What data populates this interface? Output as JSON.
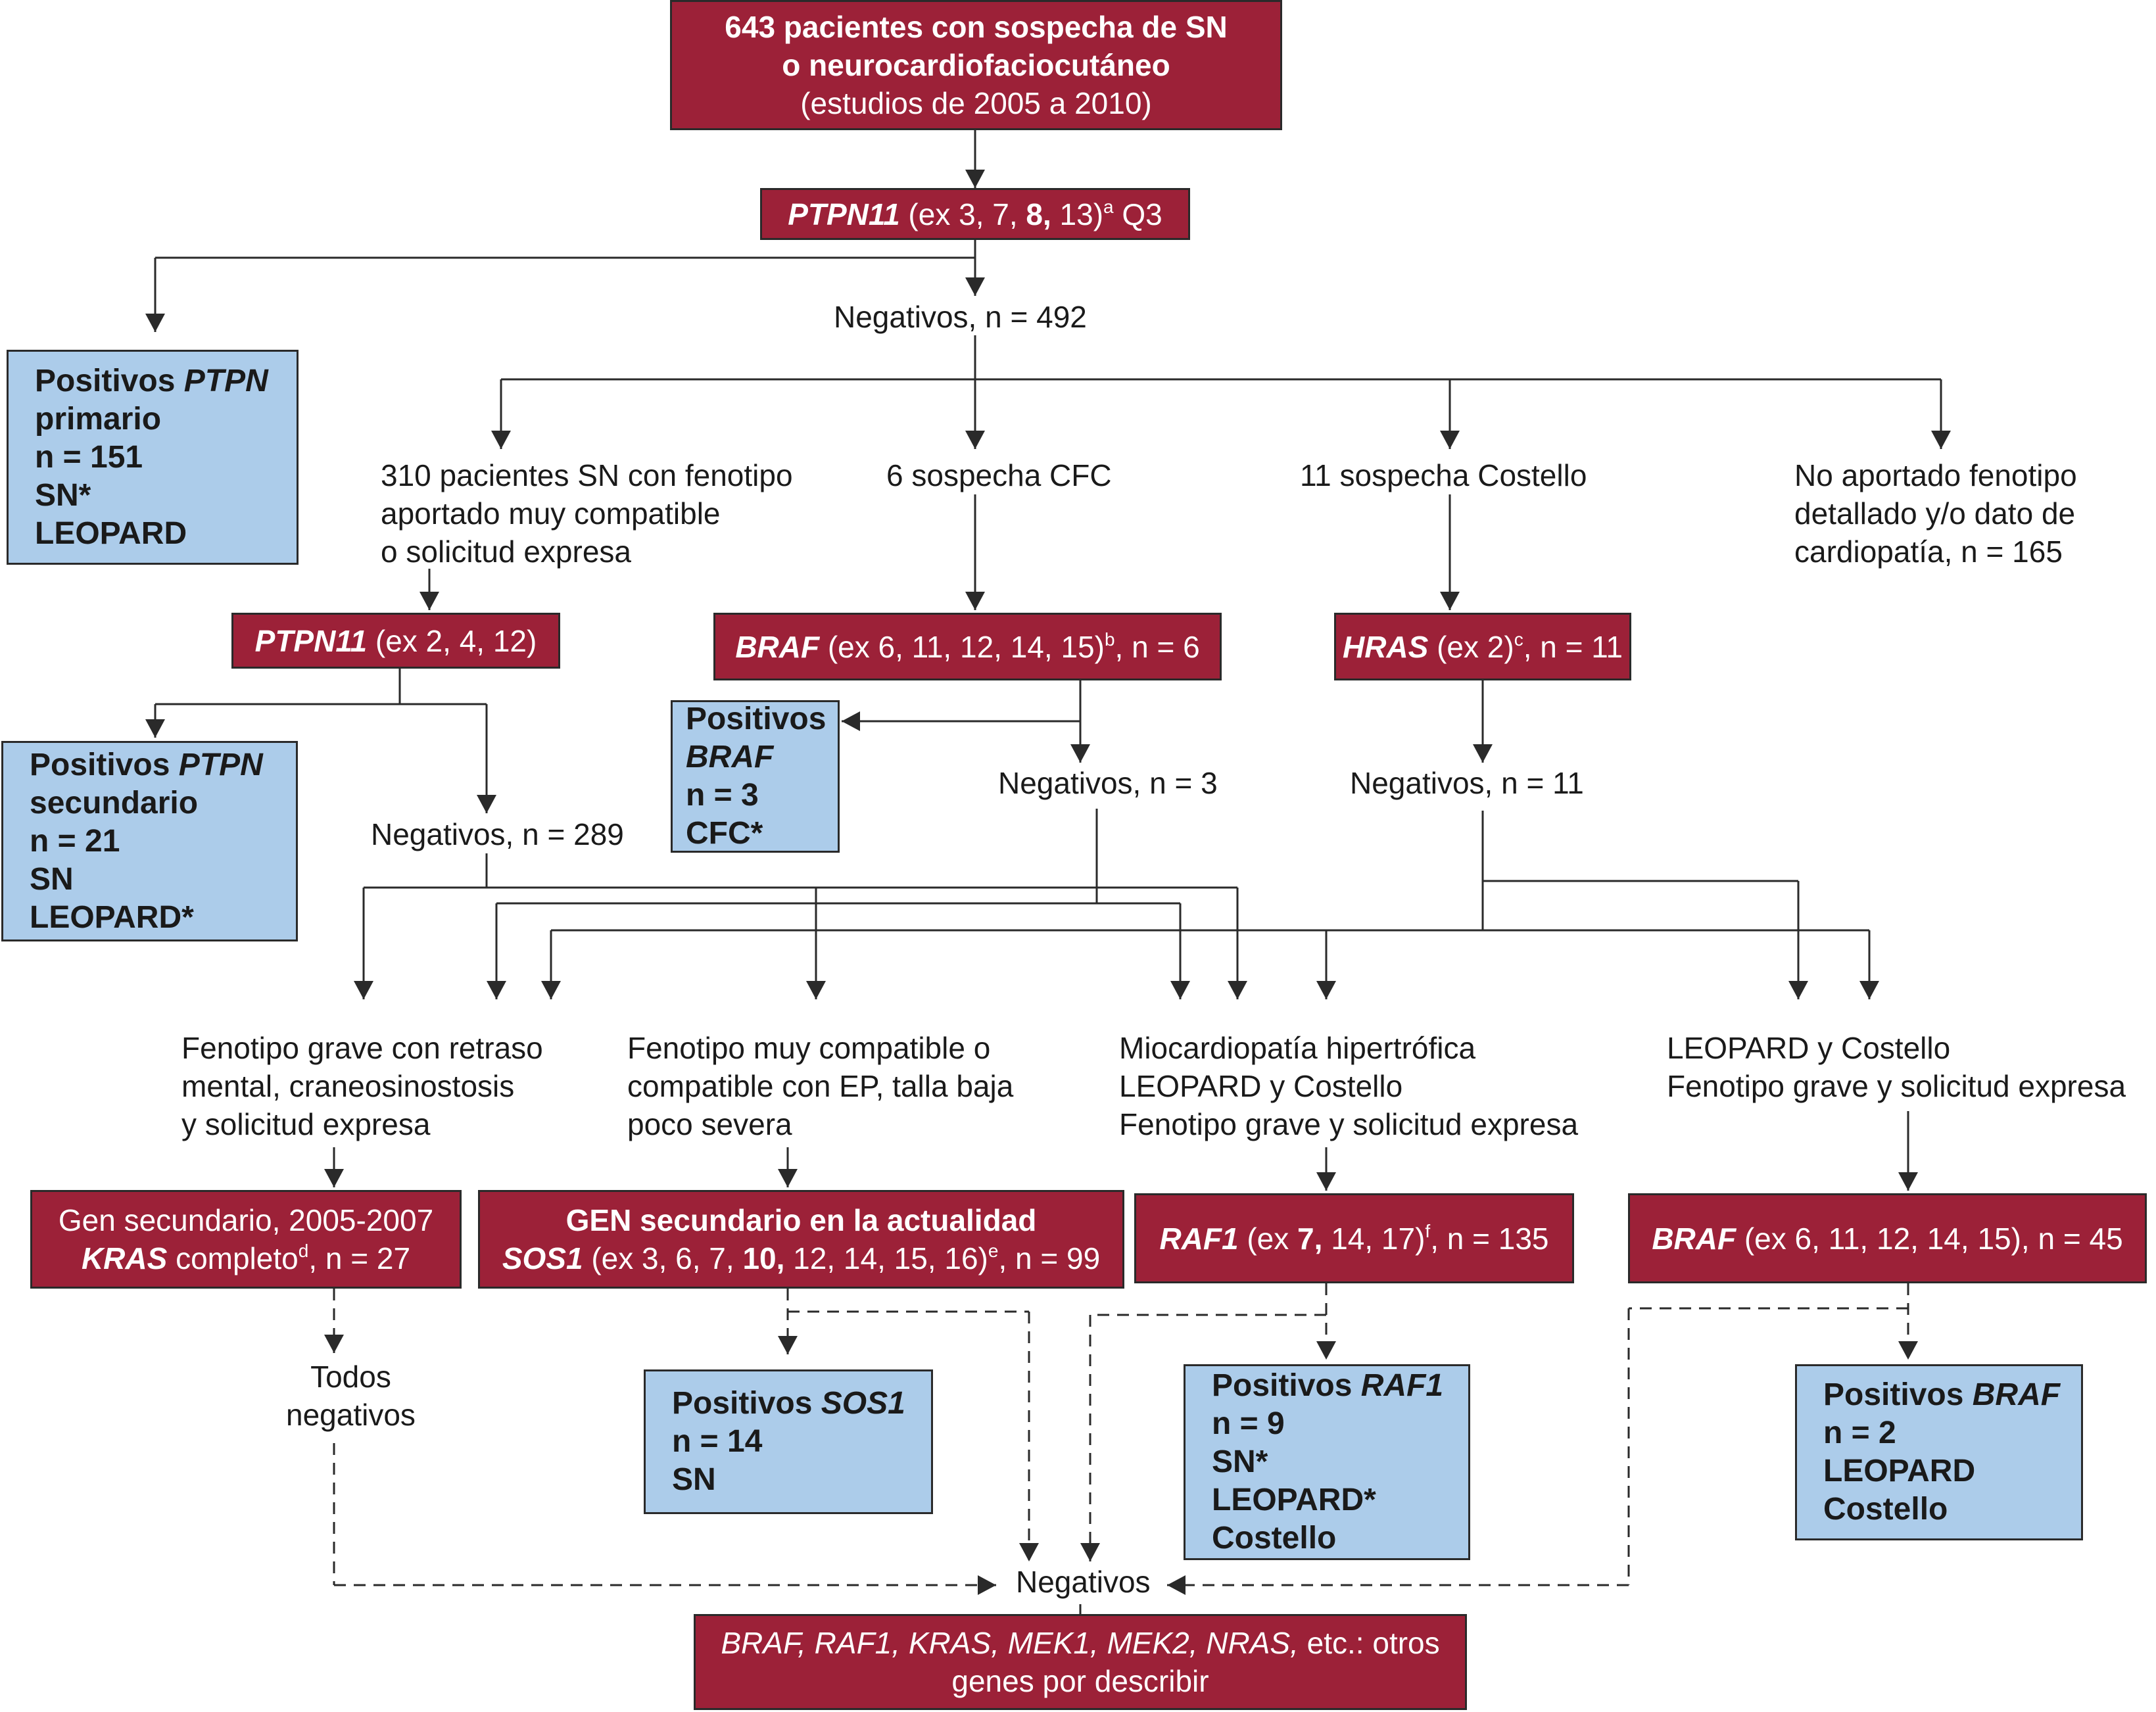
{
  "nodes": {
    "top": {
      "lines": [
        [
          {
            "t": "643 pacientes con sospecha de SN",
            "b": true
          }
        ],
        [
          {
            "t": "o neurocardiofaciocutáneo",
            "b": true
          }
        ],
        [
          {
            "t": "(estudios de 2005 a 2010)"
          }
        ]
      ]
    },
    "ptpn11_1": {
      "lines": [
        [
          {
            "t": "PTPN11",
            "b": true,
            "i": true
          },
          {
            "t": " (ex 3, 7, "
          },
          {
            "t": "8,",
            "b": true
          },
          {
            "t": " 13)"
          },
          {
            "t": "a",
            "sup": true
          },
          {
            "t": " Q3"
          }
        ]
      ]
    },
    "neg492": {
      "lines": [
        [
          {
            "t": "Negativos, n = 492"
          }
        ]
      ]
    },
    "pos_primary": {
      "lines": [
        [
          {
            "t": "Positivos "
          },
          {
            "t": "PTPN",
            "i": true
          }
        ],
        [
          {
            "t": "primario"
          }
        ],
        [
          {
            "t": "n = 151"
          }
        ],
        [
          {
            "t": "SN*"
          }
        ],
        [
          {
            "t": "LEOPARD"
          }
        ]
      ]
    },
    "sn310": {
      "lines": [
        [
          {
            "t": "310 pacientes SN con fenotipo"
          }
        ],
        [
          {
            "t": "aportado muy compatible"
          }
        ],
        [
          {
            "t": "o solicitud expresa"
          }
        ]
      ]
    },
    "cfc6": {
      "lines": [
        [
          {
            "t": "6 sospecha CFC"
          }
        ]
      ]
    },
    "costello11": {
      "lines": [
        [
          {
            "t": "11 sospecha Costello"
          }
        ]
      ]
    },
    "no_pheno": {
      "lines": [
        [
          {
            "t": "No aportado fenotipo"
          }
        ],
        [
          {
            "t": "detallado y/o dato de"
          }
        ],
        [
          {
            "t": "cardiopatía, n = 165"
          }
        ]
      ]
    },
    "ptpn11_2": {
      "lines": [
        [
          {
            "t": "PTPN11",
            "b": true,
            "i": true
          },
          {
            "t": " (ex 2, 4, 12)"
          }
        ]
      ]
    },
    "braf1": {
      "lines": [
        [
          {
            "t": "BRAF",
            "b": true,
            "i": true
          },
          {
            "t": " (ex 6, 11, 12, 14, 15)"
          },
          {
            "t": "b",
            "sup": true
          },
          {
            "t": ", n = 6"
          }
        ]
      ]
    },
    "hras": {
      "lines": [
        [
          {
            "t": "HRAS",
            "b": true,
            "i": true
          },
          {
            "t": " (ex 2)"
          },
          {
            "t": "c",
            "sup": true
          },
          {
            "t": ", n = 11"
          }
        ]
      ]
    },
    "pos_secondary": {
      "lines": [
        [
          {
            "t": "Positivos "
          },
          {
            "t": "PTPN",
            "i": true
          }
        ],
        [
          {
            "t": "secundario"
          }
        ],
        [
          {
            "t": "n = 21"
          }
        ],
        [
          {
            "t": "SN"
          }
        ],
        [
          {
            "t": "LEOPARD*"
          }
        ]
      ]
    },
    "pos_braf1": {
      "lines": [
        [
          {
            "t": "Positivos"
          }
        ],
        [
          {
            "t": "BRAF",
            "i": true
          }
        ],
        [
          {
            "t": "n = 3"
          }
        ],
        [
          {
            "t": "CFC*"
          }
        ]
      ]
    },
    "neg3": {
      "lines": [
        [
          {
            "t": "Negativos, n = 3"
          }
        ]
      ]
    },
    "neg11": {
      "lines": [
        [
          {
            "t": "Negativos, n = 11"
          }
        ]
      ]
    },
    "neg289": {
      "lines": [
        [
          {
            "t": "Negativos, n = 289"
          }
        ]
      ]
    },
    "grave": {
      "lines": [
        [
          {
            "t": "Fenotipo grave con retraso"
          }
        ],
        [
          {
            "t": "mental, craneosinostosis"
          }
        ],
        [
          {
            "t": "y solicitud expresa"
          }
        ]
      ]
    },
    "ep": {
      "lines": [
        [
          {
            "t": "Fenotipo muy compatible o"
          }
        ],
        [
          {
            "t": "compatible con EP, talla baja"
          }
        ],
        [
          {
            "t": "poco severa"
          }
        ]
      ]
    },
    "mioc": {
      "lines": [
        [
          {
            "t": "Miocardiopatía hipertrófica"
          }
        ],
        [
          {
            "t": "LEOPARD y Costello"
          }
        ],
        [
          {
            "t": "Fenotipo grave y solicitud expresa"
          }
        ]
      ]
    },
    "leop": {
      "lines": [
        [
          {
            "t": "LEOPARD y Costello"
          }
        ],
        [
          {
            "t": "Fenotipo grave y solicitud expresa"
          }
        ]
      ]
    },
    "kras": {
      "lines": [
        [
          {
            "t": "Gen secundario, 2005-2007"
          }
        ],
        [
          {
            "t": "KRAS",
            "b": true,
            "i": true
          },
          {
            "t": " completo"
          },
          {
            "t": "d",
            "sup": true
          },
          {
            "t": ", n = 27"
          }
        ]
      ]
    },
    "sos1": {
      "lines": [
        [
          {
            "t": "GEN secundario en la actualidad",
            "b": true
          }
        ],
        [
          {
            "t": "SOS1",
            "b": true,
            "i": true
          },
          {
            "t": " (ex 3, 6, 7, "
          },
          {
            "t": "10,",
            "b": true
          },
          {
            "t": " 12, 14, 15, 16)"
          },
          {
            "t": "e",
            "sup": true
          },
          {
            "t": ", n = 99"
          }
        ]
      ]
    },
    "raf1": {
      "lines": [
        [
          {
            "t": "RAF1",
            "b": true,
            "i": true
          },
          {
            "t": " (ex "
          },
          {
            "t": "7,",
            "b": true
          },
          {
            "t": " 14, 17)"
          },
          {
            "t": "f",
            "sup": true
          },
          {
            "t": ", n = 135"
          }
        ]
      ]
    },
    "braf2": {
      "lines": [
        [
          {
            "t": "BRAF",
            "b": true,
            "i": true
          },
          {
            "t": " (ex 6, 11, 12, 14, 15), n = 45"
          }
        ]
      ]
    },
    "todos": {
      "lines": [
        [
          {
            "t": "Todos"
          }
        ],
        [
          {
            "t": "negativos"
          }
        ]
      ]
    },
    "pos_sos1": {
      "lines": [
        [
          {
            "t": "Positivos "
          },
          {
            "t": "SOS1",
            "i": true
          }
        ],
        [
          {
            "t": "n = 14"
          }
        ],
        [
          {
            "t": "SN"
          }
        ]
      ]
    },
    "pos_raf1": {
      "lines": [
        [
          {
            "t": "Positivos "
          },
          {
            "t": "RAF1",
            "i": true
          }
        ],
        [
          {
            "t": "n = 9"
          }
        ],
        [
          {
            "t": "SN*"
          }
        ],
        [
          {
            "t": "LEOPARD*"
          }
        ],
        [
          {
            "t": "Costello"
          }
        ]
      ]
    },
    "pos_braf2": {
      "lines": [
        [
          {
            "t": "Positivos "
          },
          {
            "t": "BRAF",
            "i": true
          }
        ],
        [
          {
            "t": "n = 2"
          }
        ],
        [
          {
            "t": "LEOPARD"
          }
        ],
        [
          {
            "t": "Costello"
          }
        ]
      ]
    },
    "negativos": {
      "lines": [
        [
          {
            "t": "Negativos"
          }
        ]
      ]
    },
    "bottom": {
      "lines": [
        [
          {
            "t": "BRAF, RAF1, KRAS, MEK1, MEK2, NRAS,",
            "i": true
          },
          {
            "t": " etc.: otros"
          }
        ],
        [
          {
            "t": "genes por describir"
          }
        ]
      ]
    }
  },
  "colors": {
    "red_box": "#9c2138",
    "blue_box": "#acccea",
    "line": "#2a2a2a"
  }
}
